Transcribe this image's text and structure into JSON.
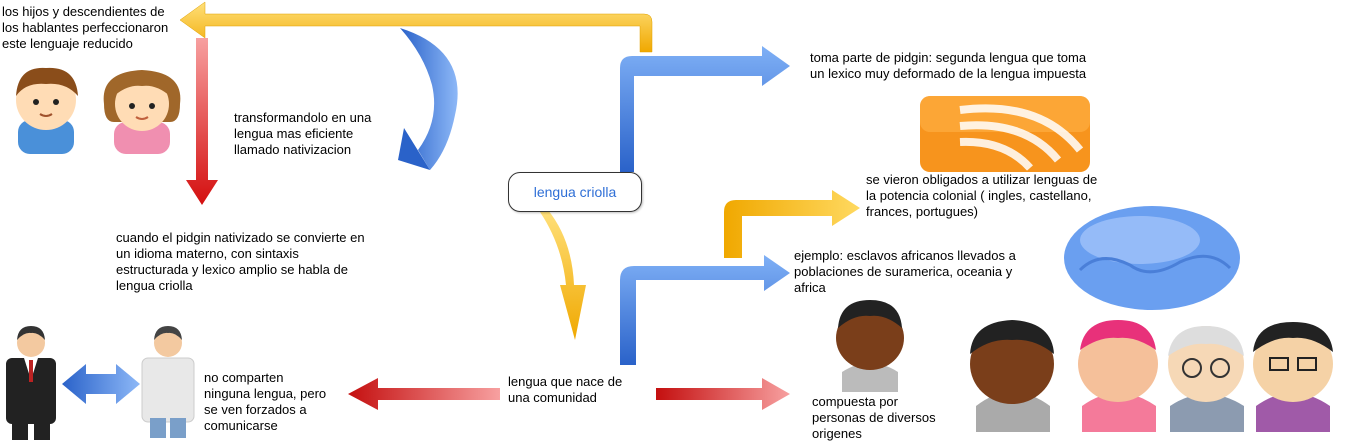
{
  "central_node": "lengua criolla",
  "labels": {
    "hijos": "los hijos y descendientes de\nlos hablantes perfeccionaron\neste lenguaje reducido",
    "transformandolo": "transformandolo en una\nlengua mas eficiente\nllamado nativizacion",
    "cuando": "cuando el pidgin nativizado se convierte en\nun idioma materno, con sintaxis\nestructurada y lexico amplio se habla de\nlengua criolla",
    "no_comparten": "no comparten\nninguna lengua, pero\nse ven forzados a\ncomunicarse",
    "lengua_nace": "lengua que nace de\nuna comunidad",
    "toma_parte": "toma parte de pidgin: segunda lengua que toma\nun lexico muy deformado de la lengua impuesta",
    "se_vieron": "se vieron obligados a utilizar lenguas de\nla potencia colonial ( ingles, castellano,\nfrances, portugues)",
    "ejemplo": "ejemplo: esclavos africanos llevados a\npoblaciones de suramerica, oceania y\nafrica",
    "compuesta": "compuesta por\npersonas de diversos\norigenes"
  },
  "icons": [
    "boy-icon",
    "girl-icon",
    "businessman-icon",
    "man-icon",
    "rss-feed-icon",
    "globe-icon",
    "african-person-icon",
    "african-man-icon",
    "woman-icon",
    "old-man-icon",
    "asian-person-icon"
  ],
  "colors": {
    "yellow": "#f5c12b",
    "blue": "#3f7fe0",
    "red": "#e02525",
    "accent_text": "#2f6fd6"
  }
}
